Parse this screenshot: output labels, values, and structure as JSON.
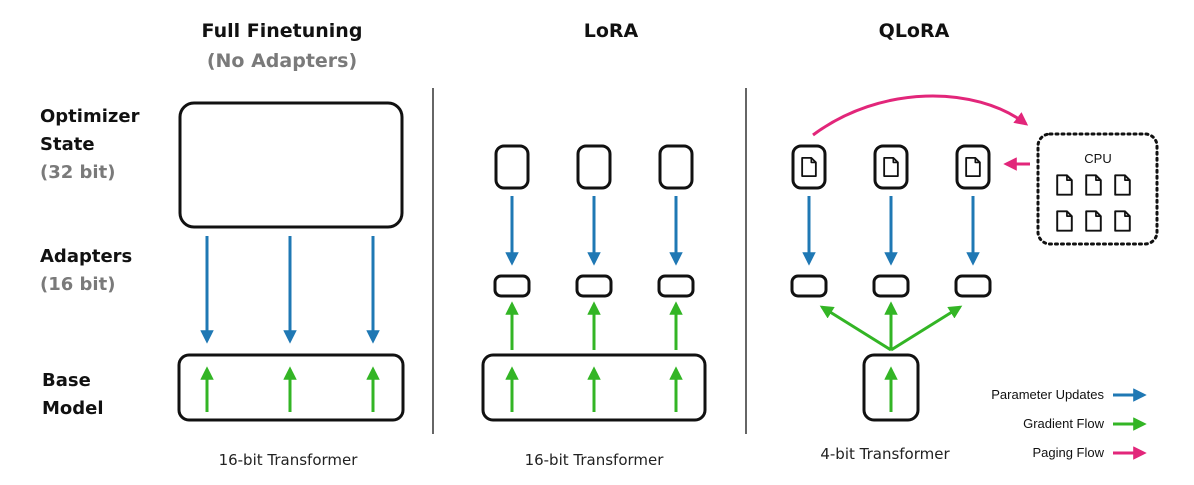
{
  "columns": [
    {
      "title": "Full Finetuning",
      "subtitle": "(No Adapters)",
      "caption": "16-bit Transformer"
    },
    {
      "title": "LoRA",
      "caption": "16-bit Transformer"
    },
    {
      "title": "QLoRA",
      "caption": "4-bit Transformer"
    }
  ],
  "rows": {
    "optimizer": {
      "line1": "Optimizer",
      "line2": "State",
      "line3": "(32 bit)"
    },
    "adapters": {
      "line1": "Adapters",
      "line2": "(16 bit)"
    },
    "base": {
      "line1": "Base",
      "line2": "Model"
    }
  },
  "cpu": {
    "label": "CPU"
  },
  "legend": [
    {
      "label": "Parameter Updates",
      "color": "#1f78b4"
    },
    {
      "label": "Gradient Flow",
      "color": "#33b525"
    },
    {
      "label": "Paging Flow",
      "color": "#e2267a"
    }
  ],
  "icons": [
    "page-icon"
  ]
}
